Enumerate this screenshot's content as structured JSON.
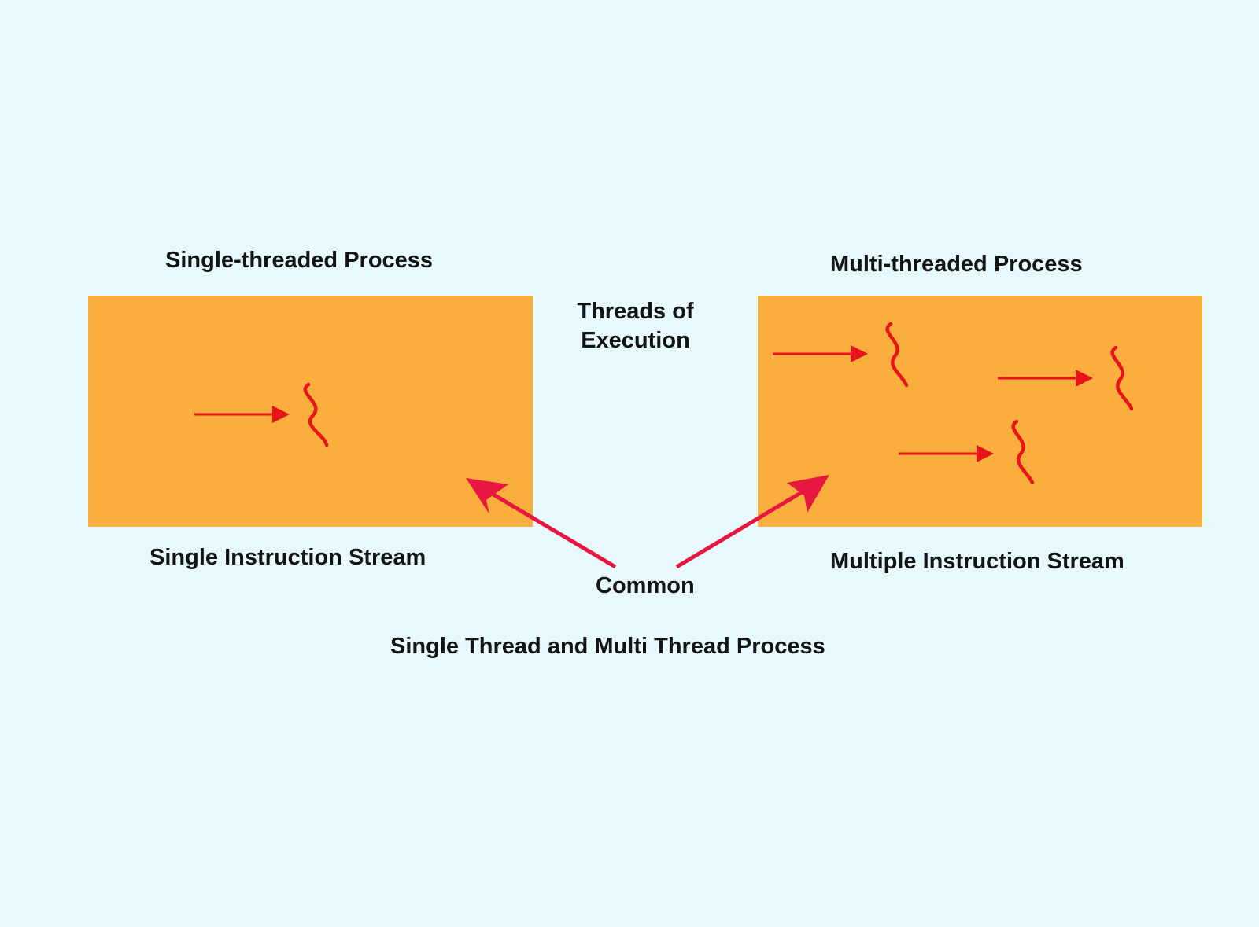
{
  "diagram": {
    "title": "Single Thread and Multi Thread Process",
    "threads_label_line1": "Threads of",
    "threads_label_line2": "Execution",
    "common_label": "Common",
    "single": {
      "heading": "Single-threaded Process",
      "caption": "Single Instruction Stream",
      "thread_count": 1
    },
    "multi": {
      "heading": "Multi-threaded Process",
      "caption": "Multiple Instruction Stream",
      "thread_count": 3
    }
  },
  "colors": {
    "background": "#e8f9fd",
    "process_box": "#f9ae3d",
    "thread_red": "#e8141c",
    "pointer_arrow": "#e8173f",
    "text": "#141414"
  },
  "icons": {
    "thread": "squiggle-thread-icon",
    "flow_arrow": "right-arrow-icon"
  }
}
